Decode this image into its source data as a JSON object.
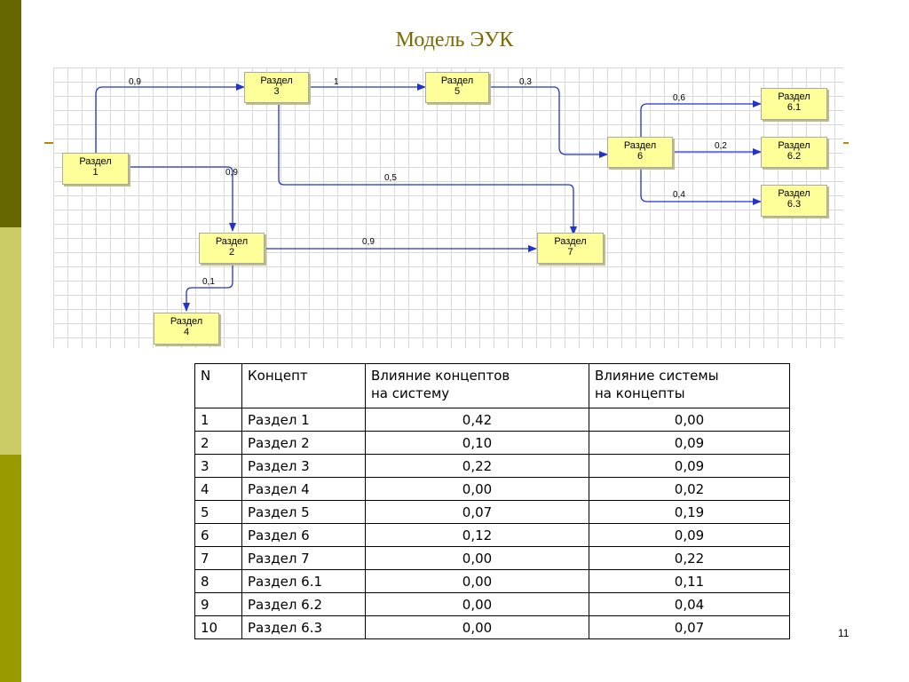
{
  "slide": {
    "title": "Модель ЭУК",
    "page_number": "11"
  },
  "diagram": {
    "nodes": {
      "r1": [
        "Раздел",
        "1"
      ],
      "r2": [
        "Раздел",
        "2"
      ],
      "r3": [
        "Раздел",
        "3"
      ],
      "r4": [
        "Раздел",
        "4"
      ],
      "r5": [
        "Раздел",
        "5"
      ],
      "r6": [
        "Раздел",
        "6"
      ],
      "r7": [
        "Раздел",
        "7"
      ],
      "r61": [
        "Раздел",
        "6.1"
      ],
      "r62": [
        "Раздел",
        "6.2"
      ],
      "r63": [
        "Раздел",
        "6.3"
      ]
    },
    "edges": {
      "r1_r3": "0,9",
      "r3_r5": "1",
      "r5_r6": "0,3",
      "r1_r2": "0,9",
      "r3_r7": "0,5",
      "r6_r61": "0,6",
      "r6_r62": "0,2",
      "r6_r63": "0,4",
      "r2_r7": "0,9",
      "r2_r4": "0,1"
    },
    "colors": {
      "node_fill": "#ffff99",
      "edge": "#2233cc"
    }
  },
  "table": {
    "headers": [
      "N",
      "Концепт",
      "Влияние концептов\n на систему",
      "Влияние системы\nна концепты"
    ],
    "rows": [
      [
        "1",
        "Раздел 1",
        "0,42",
        "0,00"
      ],
      [
        "2",
        "Раздел 2",
        "0,10",
        "0,09"
      ],
      [
        "3",
        "Раздел 3",
        "0,22",
        "0,09"
      ],
      [
        "4",
        "Раздел 4",
        "0,00",
        "0,02"
      ],
      [
        "5",
        "Раздел 5",
        "0,07",
        "0,19"
      ],
      [
        "6",
        "Раздел 6",
        "0,12",
        "0,09"
      ],
      [
        "7",
        "Раздел 7",
        "0,00",
        "0,22"
      ],
      [
        "8",
        "Раздел 6.1",
        "0,00",
        "0,11"
      ],
      [
        "9",
        "Раздел 6.2",
        "0,00",
        "0,04"
      ],
      [
        "10",
        "Раздел 6.3",
        "0,00",
        "0,07"
      ]
    ]
  }
}
